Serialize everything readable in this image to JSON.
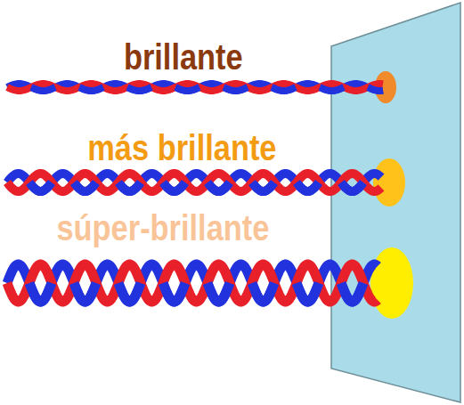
{
  "diagram": {
    "labels": [
      "brillante",
      "más brillante",
      "súper-brillante"
    ]
  }
}
